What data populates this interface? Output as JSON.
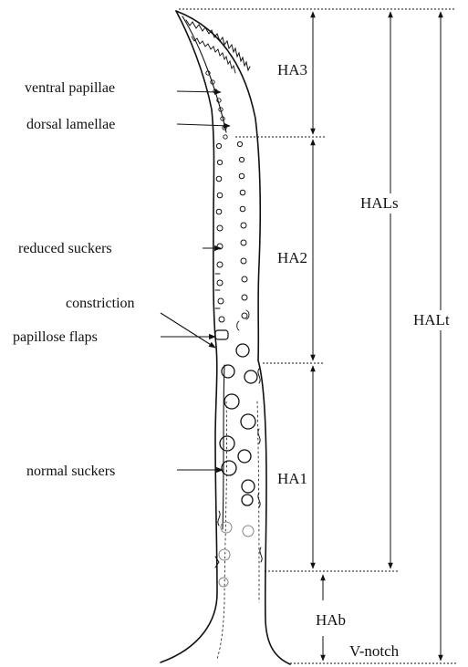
{
  "labels": {
    "ventral_papillae": "ventral papillae",
    "dorsal_lamellae": "dorsal lamellae",
    "reduced_suckers": "reduced suckers",
    "constriction": "constriction",
    "papillose_flaps": "papillose flaps",
    "normal_suckers": "normal suckers"
  },
  "dimensions": {
    "ha3": "HA3",
    "ha2": "HA2",
    "ha1": "HA1",
    "hab": "HAb",
    "hals": "HALs",
    "halt": "HALt",
    "v_notch": "V-notch"
  }
}
